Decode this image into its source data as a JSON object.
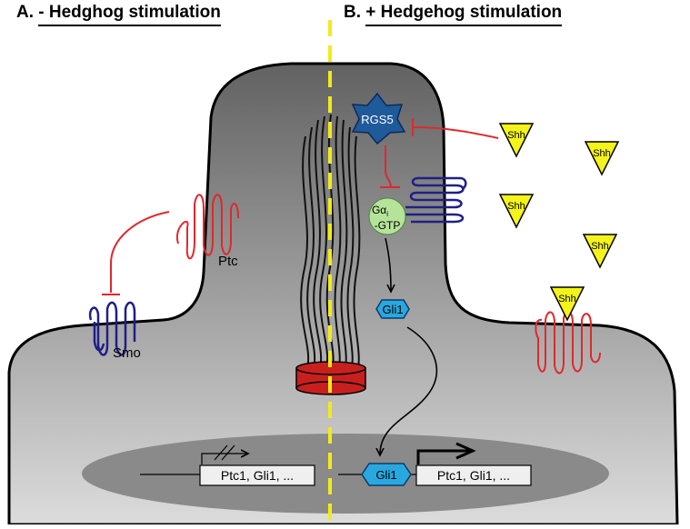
{
  "panels": {
    "a_prefix": "A.",
    "a_title": "- Hedghog stimulation",
    "b_prefix": "B.",
    "b_title": "+ Hedgehog stimulation"
  },
  "labels": {
    "ptc": "Ptc",
    "smo": "Smo",
    "rgs5": "RGS5",
    "galpha_g": "Gα",
    "galpha_sub": "i",
    "gtp": "-GTP",
    "gli1": "Gli1",
    "shh": "Shh",
    "gene_box": "Ptc1, Gli1, ..."
  },
  "colors": {
    "cell_fill_top": "#6e6e6e",
    "cell_fill_bottom": "#d6d6d6",
    "nucleus": "#8a8a8a",
    "ptc_red": "#e0282c",
    "smo_blue": "#1f1f8a",
    "rgs5_blue": "#1f5a9a",
    "gli1_cyan": "#29a8e0",
    "galpha_green": "#b6e39a",
    "shh_yellow": "#f4f41a",
    "divider_yellow": "#f2ea1a",
    "basal_body": "#c8201f"
  }
}
